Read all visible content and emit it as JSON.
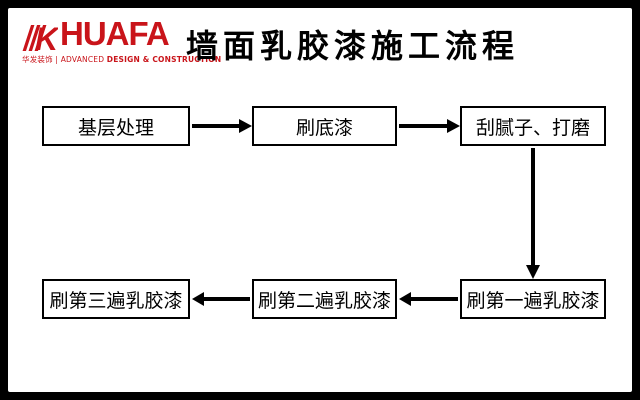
{
  "slide": {
    "title": "墙面乳胶漆施工流程",
    "logo": {
      "icon_glyph": "K",
      "brand": "HUAFA",
      "tagline_left": "华发装饰 | ADVANCED ",
      "tagline_right": "DESIGN & CONSTRUCTION",
      "brand_color": "#c9141a"
    },
    "background_color": "#ffffff",
    "frame_color": "#000000"
  },
  "chart_data": {
    "type": "flowchart",
    "title": "墙面乳胶漆施工流程",
    "nodes": [
      {
        "id": 1,
        "label": "基层处理"
      },
      {
        "id": 2,
        "label": "刷底漆"
      },
      {
        "id": 3,
        "label": "刮腻子、打磨"
      },
      {
        "id": 4,
        "label": "刷第一遍乳胶漆"
      },
      {
        "id": 5,
        "label": "刷第二遍乳胶漆"
      },
      {
        "id": 6,
        "label": "刷第三遍乳胶漆"
      }
    ],
    "edges": [
      {
        "from": "基层处理",
        "to": "刷底漆",
        "direction": "right"
      },
      {
        "from": "刷底漆",
        "to": "刮腻子、打磨",
        "direction": "right"
      },
      {
        "from": "刮腻子、打磨",
        "to": "刷第一遍乳胶漆",
        "direction": "down"
      },
      {
        "from": "刷第一遍乳胶漆",
        "to": "刷第二遍乳胶漆",
        "direction": "left"
      },
      {
        "from": "刷第二遍乳胶漆",
        "to": "刷第三遍乳胶漆",
        "direction": "left"
      }
    ],
    "layout_hint": "two rows; top row flows left-to-right, drops down at right edge, bottom row flows right-to-left",
    "line_color": "#000000"
  }
}
